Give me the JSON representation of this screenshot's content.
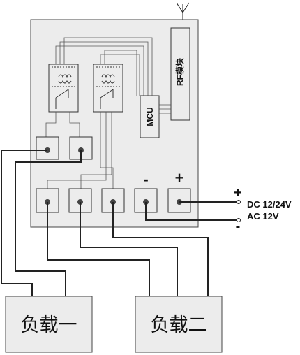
{
  "modules": {
    "rf": "RF模块",
    "mcu": "MCU"
  },
  "terminals": {
    "minus": "-",
    "plus": "+"
  },
  "power": {
    "plus_sign": "+",
    "minus_sign": "-",
    "dc_label": "DC 12/24V",
    "ac_label": "AC 12V"
  },
  "loads": {
    "load1": "负载一",
    "load2": "负载二"
  }
}
